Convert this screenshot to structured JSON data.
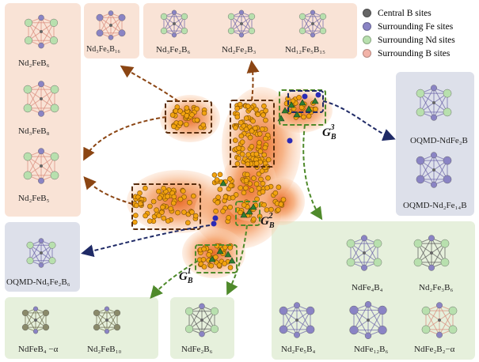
{
  "legend": {
    "items": [
      {
        "label": "Central B sites",
        "color": "#666666"
      },
      {
        "label": "Surrounding Fe sites",
        "color": "#8a84c4"
      },
      {
        "label": "Surrounding Nd sites",
        "color": "#b8e0ae"
      },
      {
        "label": "Surrounding B sites",
        "color": "#f2b3a8"
      }
    ]
  },
  "structures": {
    "nd2feb6": "Nd₂FeB₆",
    "nd3feb8": "Nd₃FeB₈",
    "nd2feb5": "Nd₂FeB₅",
    "nd3fe5b16": "Nd₃Fe₅B₁₆",
    "nd3fe2b6": "Nd₃Fe₂B₆",
    "nd2fe2b3": "Nd₂Fe₂B₃",
    "nd12fe5b15": "Nd₁₂Fe₅B₁₅",
    "oqmd_ndfe2b": "OQMD-NdFe₂B",
    "oqmd_nd2fe14b": "OQMD-Nd₂Fe₁₄B",
    "oqmd_nd5fe2b6": "OQMD-Nd₅Fe₂B₆",
    "ndfeb4_alpha": "NdFeB₄ −α",
    "nd2feb10": "Nd₂FeB₁₀",
    "ndfe2b6": "NdFe₂B₆",
    "ndfe4b4": "NdFe₄B₄",
    "nd2fe3b6": "Nd₂Fe₃B₆",
    "nd2fe5b4": "Nd₂Fe₅B₄",
    "ndfe12b6": "NdFe₁₂B₆",
    "ndfe2b2_alpha": "NdFe₂B₂−α"
  },
  "groups": {
    "g1": {
      "main": "G",
      "sub": "B",
      "sup": "1"
    },
    "g2": {
      "main": "G",
      "sub": "B",
      "sup": "2"
    },
    "g3": {
      "main": "G",
      "sub": "B",
      "sup": "3"
    }
  },
  "colors": {
    "peach_panel": "#f9e3d6",
    "lavender_panel": "#dde0ea",
    "mint_panel": "#e6f0dc",
    "brown_arrow": "#8b4513",
    "navy_arrow": "#1f2a66",
    "green_arrow": "#4f8a2b",
    "point_fill": "#f2a30f",
    "triangle_fill": "#2e7d32",
    "fe_point": "#2b2bb5"
  }
}
